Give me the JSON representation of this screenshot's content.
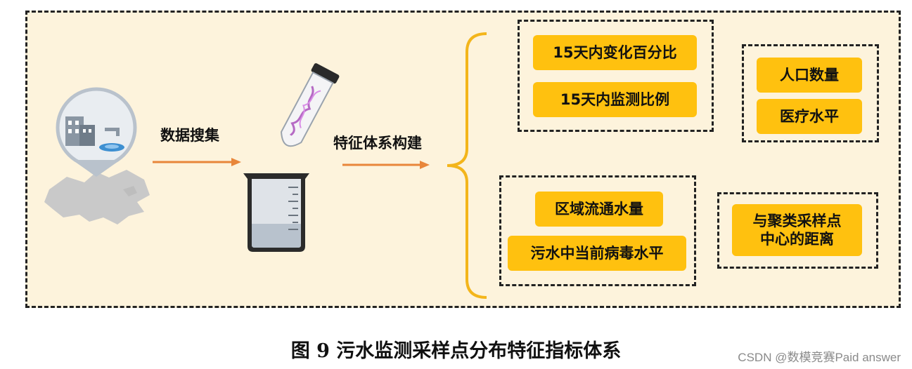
{
  "steps": {
    "collect_label": "数据搜集",
    "build_label": "特征体系构建"
  },
  "groups": [
    {
      "items": [
        "15天内变化百分比",
        "15天内监测比例"
      ]
    },
    {
      "items": [
        "人口数量",
        "医疗水平"
      ]
    },
    {
      "items": [
        "区域流通水量",
        "污水中当前病毒水平"
      ]
    },
    {
      "items": [
        "与聚类采样点\n中心的距离"
      ]
    }
  ],
  "caption": "图 9  污水监测采样点分布特征指标体系",
  "watermark": "CSDN @数模竞赛Paid answer",
  "colors": {
    "panel_bg": "#fdf3dc",
    "chip": "#ffc10f",
    "arrow": "#e8863a",
    "brace": "#f3b51b"
  }
}
